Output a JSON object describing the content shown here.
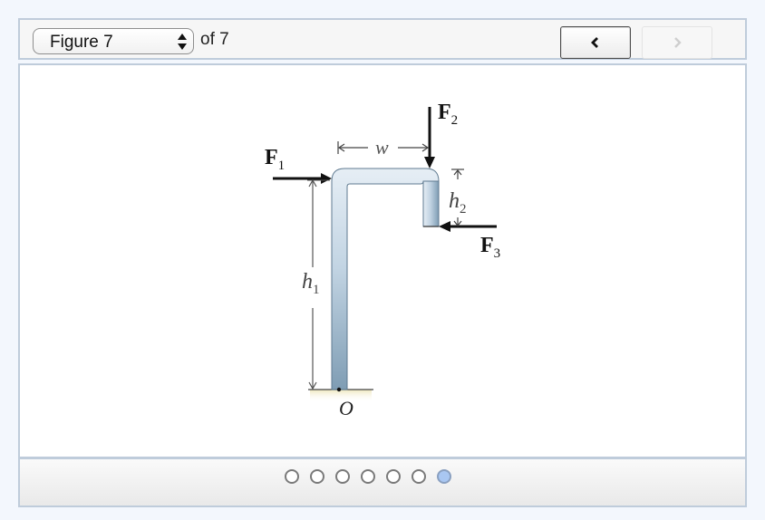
{
  "toolbar": {
    "figure_select": {
      "selected": "Figure 7",
      "options_visible": [
        "Figure 7"
      ]
    },
    "of_text": "of 7",
    "prev_button": {
      "icon": "chevron-left-icon",
      "enabled": true
    },
    "next_button": {
      "icon": "chevron-right-icon",
      "enabled": false
    }
  },
  "figure": {
    "labels": {
      "F1": "F",
      "F1_sub": "1",
      "F2": "F",
      "F2_sub": "2",
      "F3": "F",
      "F3_sub": "3",
      "w": "w",
      "h1": "h",
      "h1_sub": "1",
      "h2": "h",
      "h2_sub": "2",
      "O": "O"
    },
    "colors": {
      "pipe_light": "#dfe9f1",
      "pipe_dark": "#7f9db4",
      "ground": "#f2ecc8"
    }
  },
  "pager": {
    "total": 7,
    "current": 7,
    "dots": [
      {
        "index": 1,
        "active": false
      },
      {
        "index": 2,
        "active": false
      },
      {
        "index": 3,
        "active": false
      },
      {
        "index": 4,
        "active": false
      },
      {
        "index": 5,
        "active": false
      },
      {
        "index": 6,
        "active": false
      },
      {
        "index": 7,
        "active": true
      }
    ],
    "colors": {
      "active": "#a9c7f2",
      "inactive_border": "#7a7a7a"
    }
  }
}
